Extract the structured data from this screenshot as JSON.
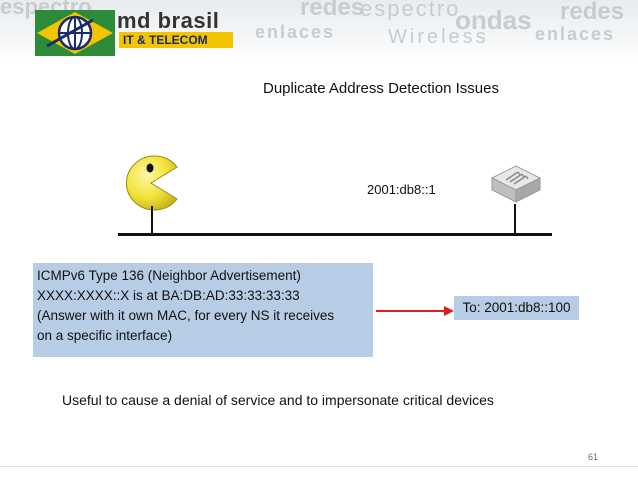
{
  "header": {
    "brand_name": "md brasil",
    "brand_sub": "IT & TELECOM",
    "watermarks": [
      "espectro",
      "redes",
      "espectro",
      "ondas",
      "redes",
      "enlaces",
      "Wireless",
      "enlaces"
    ]
  },
  "slide": {
    "title": "Duplicate Address Detection Issues",
    "router_address": "2001:db8::1",
    "message_lines": [
      "ICMPv6 Type 136 (Neighbor  Advertisement)",
      "XXXX:XXXX::X is at  BA:DB:AD:33:33:33:33",
      "(Answer with it own MAC, for every NS it receives",
      "on a specific interface)"
    ],
    "destination": "To: 2001:db8::100",
    "note": "Useful to cause a denial of service and to impersonate critical devices",
    "page_number": "61"
  },
  "colors": {
    "box_fill": "#b7cde6",
    "arrow": "#d9201f",
    "pacman": "#f2e33a",
    "logo_green": "#2e8b3a",
    "logo_yellow": "#f2c500",
    "logo_blue": "#1a2a6a"
  },
  "icons": {
    "attacker": "pacman-icon",
    "router": "switch-icon"
  }
}
